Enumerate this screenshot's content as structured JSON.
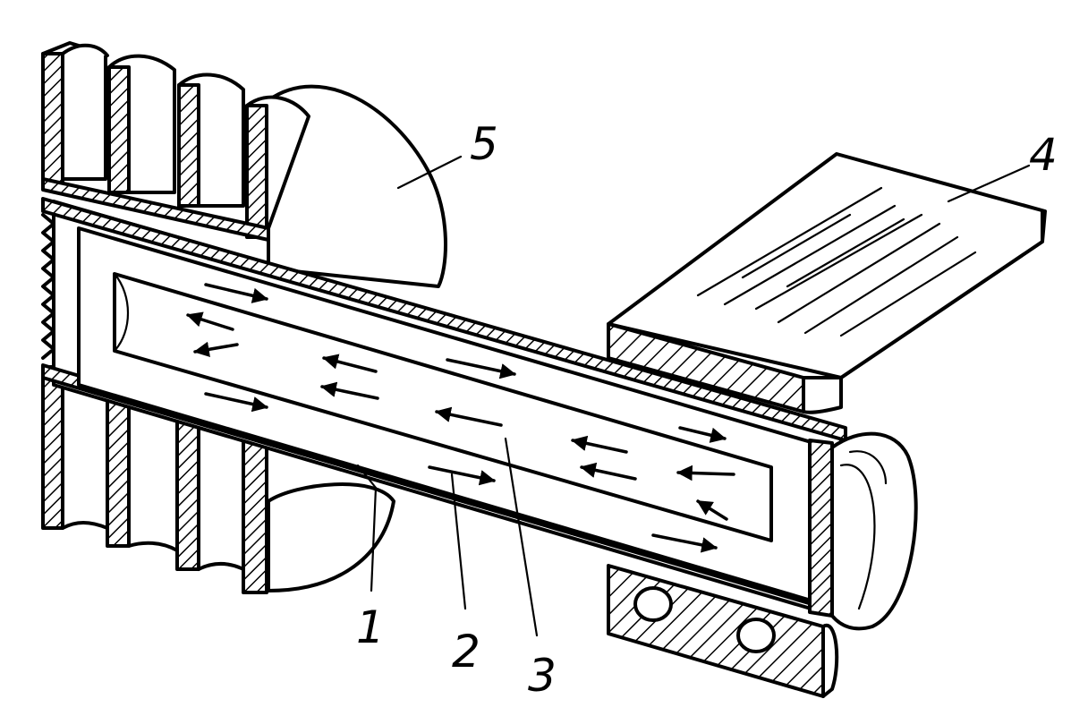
{
  "diagram": {
    "labels": {
      "l1": "1",
      "l2": "2",
      "l3": "3",
      "l4": "4",
      "l5": "5"
    },
    "colors": {
      "ink": "#000000",
      "paper": "#ffffff"
    }
  }
}
